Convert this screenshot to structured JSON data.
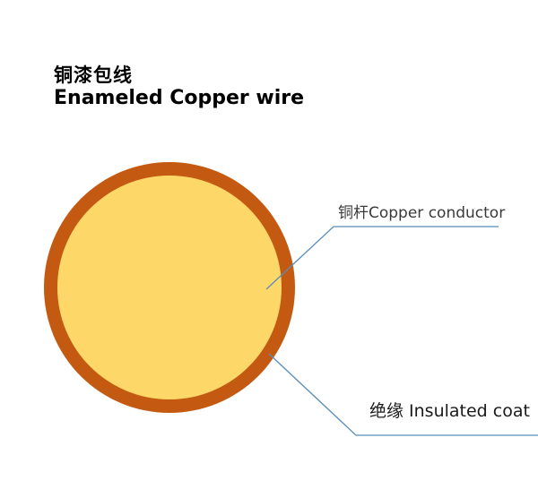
{
  "title": {
    "chinese": "铜漆包线",
    "english": "Enameled Copper wire"
  },
  "labels": {
    "copper_conductor": "铜杆Copper conductor",
    "insulated_coating": "绝缘  Insulated coat"
  },
  "colors": {
    "enamel_coating": "#c45a12",
    "copper_core": "#fdd868",
    "leader_line": "#5a8db8"
  }
}
